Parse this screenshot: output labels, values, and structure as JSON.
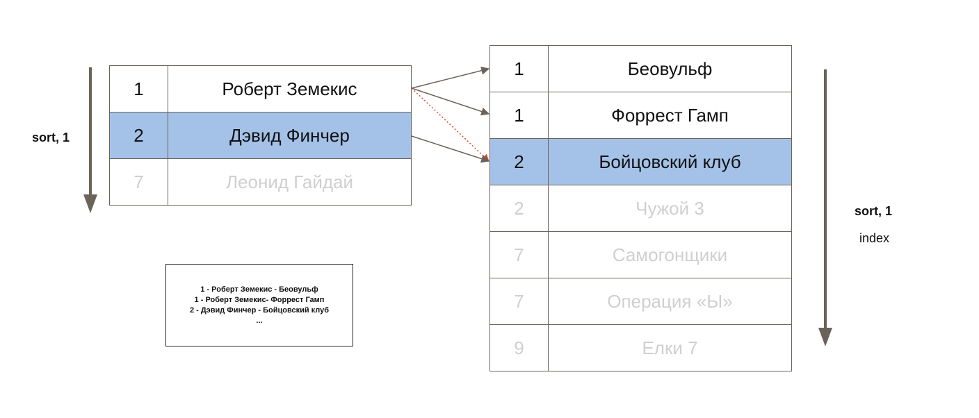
{
  "left_table": {
    "rows": [
      {
        "key": "1",
        "value": "Роберт Земекис",
        "state": "normal"
      },
      {
        "key": "2",
        "value": "Дэвид Финчер",
        "state": "highlight"
      },
      {
        "key": "7",
        "value": "Леонид Гайдай",
        "state": "dim"
      }
    ]
  },
  "right_table": {
    "rows": [
      {
        "key": "1",
        "value": "Беовульф",
        "state": "normal"
      },
      {
        "key": "1",
        "value": "Форрест Гамп",
        "state": "normal"
      },
      {
        "key": "2",
        "value": "Бойцовский клуб",
        "state": "highlight"
      },
      {
        "key": "2",
        "value": "Чужой 3",
        "state": "dim"
      },
      {
        "key": "7",
        "value": "Самогонщики",
        "state": "dim"
      },
      {
        "key": "7",
        "value": "Операция «Ы»",
        "state": "dim"
      },
      {
        "key": "9",
        "value": "Елки 7",
        "state": "dim"
      }
    ]
  },
  "labels": {
    "left_sort": "sort, 1",
    "right_sort": "sort, 1",
    "right_index": "index"
  },
  "result_box": {
    "lines": [
      "1 - Роберт Земекис - Беовульф",
      "1 - Роберт Земекис- Форрест Гамп",
      "2 - Дэвид Финчер - Бойцовский клуб",
      "..."
    ]
  },
  "colors": {
    "highlight_fill": "#a4c2e8",
    "dim_text": "#cfcfcf",
    "arrow": "#6b6259",
    "dotted_arrow": "#e0452e"
  }
}
